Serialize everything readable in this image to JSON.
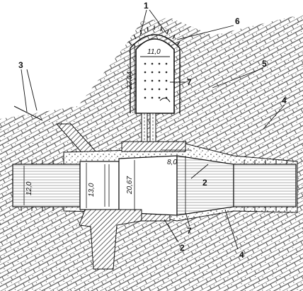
{
  "figure": {
    "callouts": [
      "1",
      "2",
      "2",
      "3",
      "4",
      "4",
      "5",
      "6",
      "7",
      "7"
    ],
    "dimensions": [
      "11,0",
      "22,04",
      "12,0",
      "13,0",
      "20,67",
      "8,0"
    ]
  },
  "colors": {
    "ink": "#1a1a1a",
    "hatch": "#6a6a6a",
    "paper": "#ffffff"
  }
}
